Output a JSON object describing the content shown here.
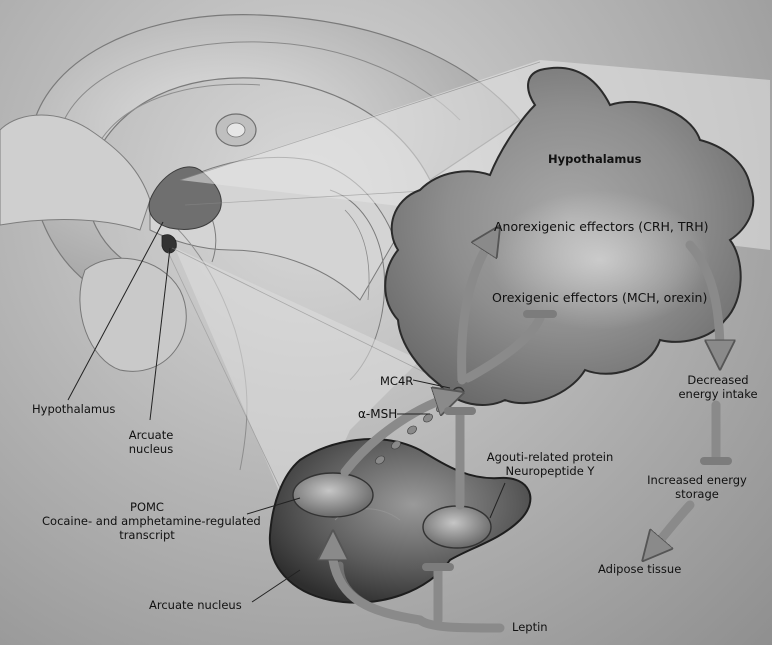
{
  "labels": {
    "hypothalamus_title": "Hypothalamus",
    "anorexigenic": "Anorexigenic effectors (CRH, TRH)",
    "orexigenic": "Orexigenic effectors (MCH, orexin)",
    "mc4r": "MC4R",
    "alpha_msh": "α-MSH",
    "decreased_intake_1": "Decreased",
    "decreased_intake_2": "energy intake",
    "increased_storage_1": "Increased energy",
    "increased_storage_2": "storage",
    "adipose": "Adipose tissue",
    "leptin": "Leptin",
    "agrp_1": "Agouti-related protein",
    "agrp_2": "Neuropeptide Y",
    "pomc_1": "POMC",
    "pomc_2": "Cocaine- and amphetamine-regulated",
    "pomc_3": "transcript",
    "arcuate_nucleus_bottom": "Arcuate nucleus",
    "hypothalamus_left": "Hypothalamus",
    "arcuate_left_1": "Arcuate",
    "arcuate_left_2": "nucleus"
  },
  "colors": {
    "arrow": "#8a8a8a",
    "background": "#b7b7b7",
    "hypothalamus_fill": "#8c8c8c",
    "arcuate_fill": "#5e5e5e"
  }
}
